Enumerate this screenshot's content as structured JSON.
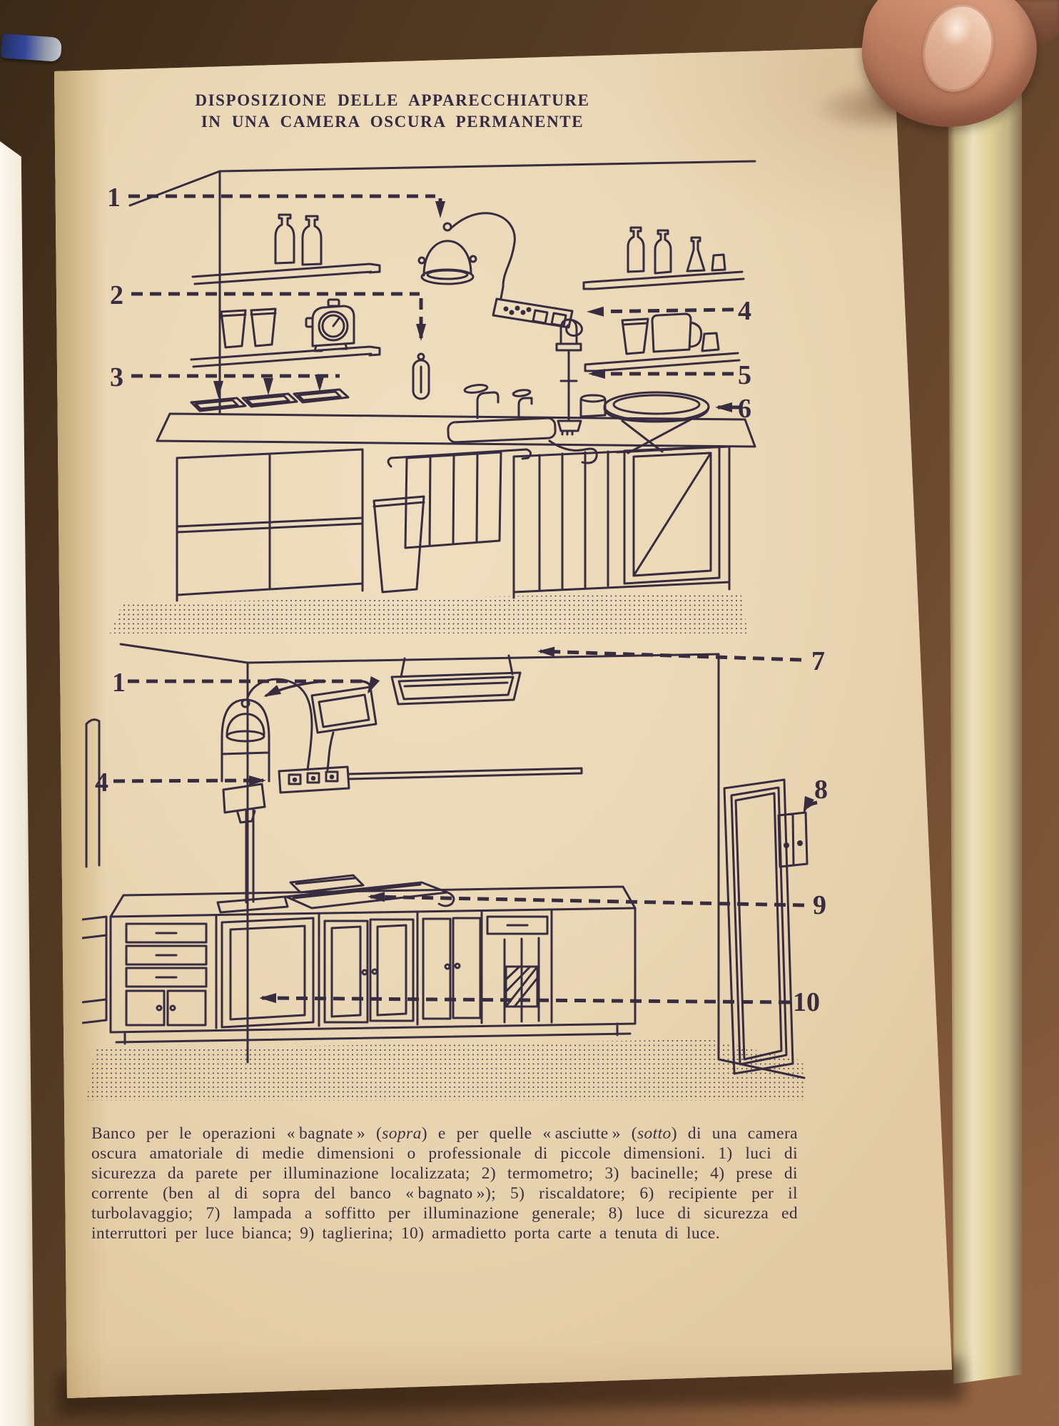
{
  "title": {
    "line1": "DISPOSIZIONE DELLE APPARECCHIATURE",
    "line2": "IN UNA CAMERA OSCURA PERMANENTE"
  },
  "caption": {
    "part1": "Banco per le operazioni « bagnate » (",
    "italic1": "sopra",
    "part2": ") e per quelle « asciutte » (",
    "italic2": "sotto",
    "part3": ") di una camera oscura amatoriale di medie dimensioni o professionale di piccole dimensioni. 1) luci di sicurezza da parete per illuminazione localizzata; 2) termometro; 3) bacinelle; 4) prese di corrente (ben al di sopra del banco « bagnato »); 5) riscaldatore; 6) recipiente per il turbolavaggio; 7) lampada a soffitto per illuminazione generale; 8) luce di sicurezza ed interruttori per luce bianca; 9) taglierina; 10) armadietto porta carte a tenuta di luce."
  },
  "diagram_top": {
    "label_1": "1",
    "label_2": "2",
    "label_3": "3",
    "label_4": "4",
    "label_5": "5",
    "label_6": "6"
  },
  "diagram_bottom": {
    "label_1": "1",
    "label_4": "4",
    "label_7": "7",
    "label_8": "8",
    "label_9": "9",
    "label_10": "10"
  },
  "colors": {
    "ink": "#372c40",
    "page": "#e9d6b4",
    "wood_dark": "#3a2917",
    "wood_light": "#8a5f41",
    "cover_edge": "#ded094",
    "skin": "#c08063"
  }
}
